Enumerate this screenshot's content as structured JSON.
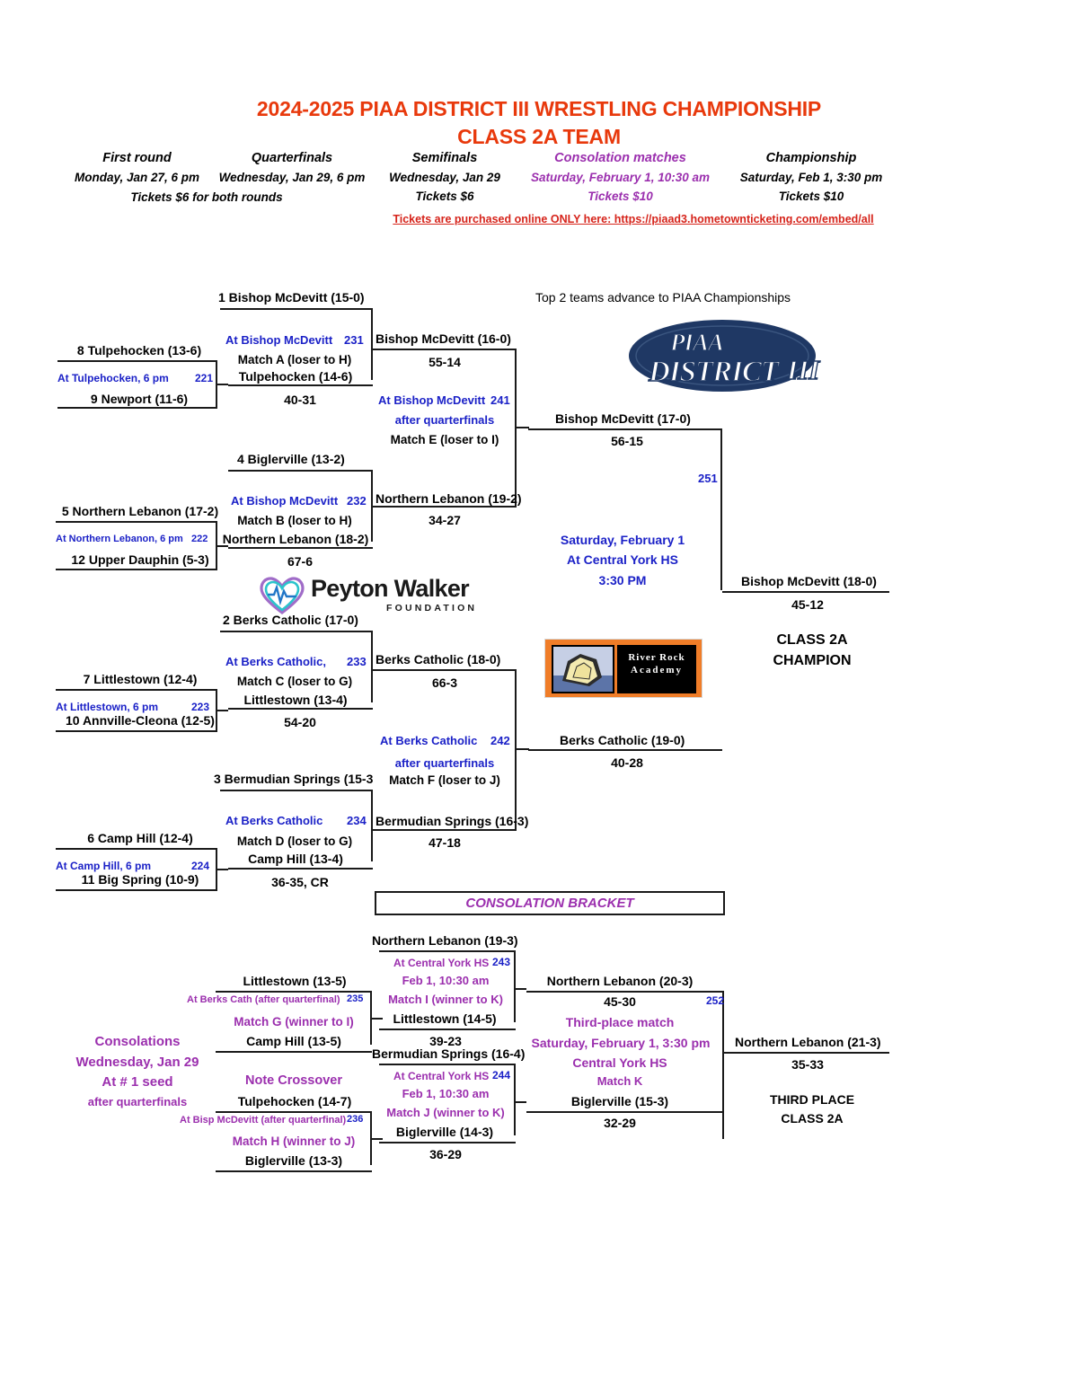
{
  "header": {
    "title_line1": "2024-2025 PIAA DISTRICT III WRESTLING CHAMPIONSHIP",
    "title_line2": "CLASS 2A TEAM",
    "title_color": "#E8390C",
    "ticket_link": "Tickets are purchased online ONLY here: https://piaad3.hometownticketing.com/embed/all",
    "ticket_link_color": "#D6241B",
    "rounds": [
      {
        "title": "First round",
        "lines": [
          "Monday, Jan 27, 6 pm",
          "Tickets $6 for both rounds"
        ],
        "color": "#000000"
      },
      {
        "title": "Quarterfinals",
        "lines": [
          "Wednesday, Jan 29, 6 pm"
        ],
        "color": "#000000"
      },
      {
        "title": "Semifinals",
        "lines": [
          "Wednesday, Jan 29",
          "Tickets $6"
        ],
        "color": "#000000"
      },
      {
        "title": "Consolation matches",
        "lines": [
          "Saturday, February 1, 10:30 am",
          "Tickets $10"
        ],
        "color": "#9B2FAE"
      },
      {
        "title": "Championship",
        "lines": [
          "Saturday, Feb 1, 3:30 pm",
          "Tickets $10"
        ],
        "color": "#000000"
      }
    ]
  },
  "notes": {
    "advance": "Top 2 teams advance to PIAA Championships",
    "crossover": "Note Crossover"
  },
  "logos": {
    "piaa": {
      "line1": "PIAA",
      "line2": "DISTRICT",
      "numeral": "III",
      "color": "#1F3864"
    },
    "peyton": {
      "name": "Peyton Walker",
      "sub": "FOUNDATION"
    },
    "river_rock": {
      "line1": "River Rock",
      "line2": "Academy",
      "bg": "#F07D28"
    }
  },
  "first_round": [
    {
      "top_team": "8 Tulpehocken (13-6)",
      "site": "At Tulpehocken, 6 pm",
      "number": "221",
      "bottom_team": "9 Newport (11-6)"
    },
    {
      "top_team": "5 Northern Lebanon (17-2)",
      "site": "At Northern Lebanon, 6 pm",
      "number": "222",
      "bottom_team": "12 Upper Dauphin (5-3)"
    },
    {
      "top_team": "7 Littlestown (12-4)",
      "site": "At Littlestown, 6 pm",
      "number": "223",
      "bottom_team": "10 Annville-Cleona (12-5)"
    },
    {
      "top_team": "6 Camp Hill (12-4)",
      "site": "At Camp Hill, 6 pm",
      "number": "224",
      "bottom_team": "11 Big Spring (10-9)"
    }
  ],
  "quarterfinals": [
    {
      "top_team": "1 Bishop McDevitt (15-0)",
      "site": "At Bishop McDevitt",
      "number": "231",
      "match": "Match A (loser to H)",
      "bottom_team": "Tulpehocken (14-6)",
      "score": "40-31"
    },
    {
      "top_team": "4 Biglerville (13-2)",
      "site": "At Bishop McDevitt",
      "number": "232",
      "match": "Match B (loser to H)",
      "bottom_team": "Northern Lebanon (18-2)",
      "score": "67-6"
    },
    {
      "top_team": "2 Berks Catholic (17-0)",
      "site": "At Berks Catholic,",
      "number": "233",
      "match": "Match C (loser to G)",
      "bottom_team": "Littlestown (13-4)",
      "score": "54-20"
    },
    {
      "top_team": "3 Bermudian Springs (15-3",
      "site": "At Berks Catholic",
      "number": "234",
      "match": "Match D (loser to G)",
      "bottom_team": "Camp Hill (13-4)",
      "score": "36-35, CR"
    }
  ],
  "semifinals": [
    {
      "top_team": "Bishop McDevitt (16-0)",
      "top_score": "55-14",
      "site": "At Bishop McDevitt",
      "number": "241",
      "site_note": "after quarterfinals",
      "match": "Match E (loser to I)",
      "bottom_team": "Northern Lebanon (19-2)",
      "bottom_score": "34-27"
    },
    {
      "top_team": "Berks Catholic (18-0)",
      "top_score": "66-3",
      "site": "At Berks Catholic",
      "number": "242",
      "site_note": "after quarterfinals",
      "match": "Match F (loser to J)",
      "bottom_team": "Bermudian Springs (16-3)",
      "bottom_score": "47-18"
    }
  ],
  "final": {
    "number": "251",
    "site_line1": "Saturday, February 1",
    "site_line2": "At Central York HS",
    "site_line3": "3:30 PM",
    "top_team": "Bishop McDevitt (17-0)",
    "top_score": "56-15",
    "bottom_team": "Berks Catholic (19-0)",
    "bottom_score": "40-28"
  },
  "champion": {
    "team": "Bishop McDevitt (18-0)",
    "score": "45-12",
    "label_line1": "CLASS 2A",
    "label_line2": "CHAMPION"
  },
  "consolation": {
    "header": "CONSOLATION BRACKET",
    "info": [
      "Consolations",
      "Wednesday, Jan 29",
      "At # 1 seed",
      "after quarterfinals"
    ],
    "round1": [
      {
        "top_team": "Littlestown (13-5)",
        "site": "At Berks Cath (after quarterfinal)",
        "number": "235",
        "match": "Match G (winner to I)",
        "bottom_team": "Camp Hill (13-5)"
      },
      {
        "top_team": "Tulpehocken (14-7)",
        "site": "At Bisp McDevitt (after quarterfinal)",
        "number": "236",
        "match": "Match H (winner to J)",
        "bottom_team": "Biglerville (13-3)"
      }
    ],
    "round2": [
      {
        "top_team": "Northern Lebanon (19-3)",
        "site": "At Central York HS",
        "number": "243",
        "time": "Feb 1, 10:30 am",
        "match": "Match I (winner to K)",
        "bottom_team": "Littlestown (14-5)",
        "score": "39-23"
      },
      {
        "top_team": "Bermudian Springs (16-4)",
        "site": "At Central York HS",
        "number": "244",
        "time": "Feb 1, 10:30 am",
        "match": "Match J (winner to K)",
        "bottom_team": "Biglerville (14-3)",
        "score": "36-29"
      }
    ],
    "third_place": {
      "top_team": "Northern Lebanon (20-3)",
      "top_score": "45-30",
      "number": "252",
      "line1": "Third-place match",
      "line2": "Saturday, February 1, 3:30 pm",
      "line3": "Central York HS",
      "line4": "Match K",
      "bottom_team": "Biglerville (15-3)",
      "bottom_score": "32-29"
    },
    "winner": {
      "team": "Northern Lebanon (21-3)",
      "score": "35-33",
      "label_line1": "THIRD PLACE",
      "label_line2": "CLASS 2A"
    }
  }
}
